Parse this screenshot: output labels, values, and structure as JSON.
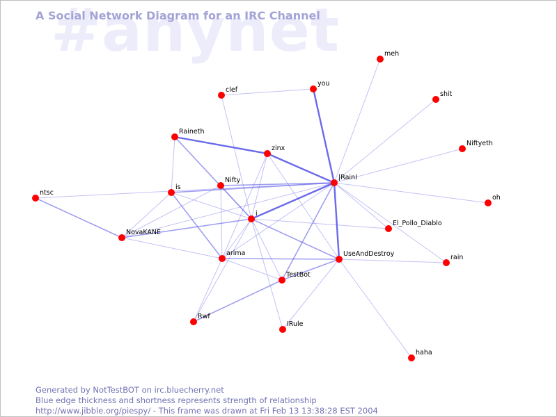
{
  "watermark": "#anynet",
  "title": "A Social Network Diagram for an IRC Channel",
  "footer": {
    "line1": "Generated by NotTestBOT on irc.bluecherry.net",
    "line2": "Blue edge thickness and shortness represents strength of relationship",
    "line3": "http://www.jibble.org/piespy/ - This frame was drawn at Fri Feb 13 13:38:28 EST 2004"
  },
  "colors": {
    "node": "#ff0000",
    "edge": "#5050e6",
    "title": "#a3a3d6",
    "watermark": "#ececfb",
    "footer": "#7272b4"
  },
  "graph": {
    "nodes": [
      {
        "id": "meh",
        "label": "meh"
      },
      {
        "id": "you",
        "label": "you"
      },
      {
        "id": "clef",
        "label": "clef"
      },
      {
        "id": "shit",
        "label": "shit"
      },
      {
        "id": "Raineth",
        "label": "Raineth"
      },
      {
        "id": "zinx",
        "label": "zinx"
      },
      {
        "id": "Niftyeth",
        "label": "Niftyeth"
      },
      {
        "id": "IRainI",
        "label": "|RainI"
      },
      {
        "id": "Nifty",
        "label": "Nifty"
      },
      {
        "id": "is",
        "label": "is"
      },
      {
        "id": "ntsc",
        "label": "ntsc"
      },
      {
        "id": "oh",
        "label": "oh"
      },
      {
        "id": "i",
        "label": "i"
      },
      {
        "id": "El_Pollo_Diablo",
        "label": "El_Pollo_Diablo"
      },
      {
        "id": "NovaKANE",
        "label": "NovaKANE"
      },
      {
        "id": "UseAndDestroy",
        "label": "UseAndDestroy"
      },
      {
        "id": "arima",
        "label": "arima"
      },
      {
        "id": "rain",
        "label": "rain"
      },
      {
        "id": "TestBot",
        "label": "TestBot"
      },
      {
        "id": "Rwf",
        "label": "Rwf"
      },
      {
        "id": "IRule",
        "label": "IRule"
      },
      {
        "id": "haha",
        "label": "haha"
      }
    ],
    "edges": [
      {
        "source": "IRainI",
        "target": "meh",
        "weight": 1
      },
      {
        "source": "IRainI",
        "target": "you",
        "weight": 3
      },
      {
        "source": "IRainI",
        "target": "shit",
        "weight": 1
      },
      {
        "source": "IRainI",
        "target": "Niftyeth",
        "weight": 1
      },
      {
        "source": "IRainI",
        "target": "oh",
        "weight": 1
      },
      {
        "source": "IRainI",
        "target": "zinx",
        "weight": 3
      },
      {
        "source": "IRainI",
        "target": "i",
        "weight": 3
      },
      {
        "source": "IRainI",
        "target": "UseAndDestroy",
        "weight": 3
      },
      {
        "source": "IRainI",
        "target": "El_Pollo_Diablo",
        "weight": 1
      },
      {
        "source": "IRainI",
        "target": "rain",
        "weight": 1
      },
      {
        "source": "IRainI",
        "target": "Nifty",
        "weight": 2
      },
      {
        "source": "IRainI",
        "target": "is",
        "weight": 2
      },
      {
        "source": "IRainI",
        "target": "ntsc",
        "weight": 1
      },
      {
        "source": "IRainI",
        "target": "TestBot",
        "weight": 2
      },
      {
        "source": "IRainI",
        "target": "arima",
        "weight": 1
      },
      {
        "source": "IRainI",
        "target": "NovaKANE",
        "weight": 1
      },
      {
        "source": "Raineth",
        "target": "zinx",
        "weight": 3
      },
      {
        "source": "Raineth",
        "target": "i",
        "weight": 2
      },
      {
        "source": "Raineth",
        "target": "is",
        "weight": 1
      },
      {
        "source": "clef",
        "target": "you",
        "weight": 1
      },
      {
        "source": "clef",
        "target": "i",
        "weight": 1
      },
      {
        "source": "zinx",
        "target": "i",
        "weight": 1
      },
      {
        "source": "zinx",
        "target": "UseAndDestroy",
        "weight": 1
      },
      {
        "source": "zinx",
        "target": "arima",
        "weight": 1
      },
      {
        "source": "Nifty",
        "target": "i",
        "weight": 1
      },
      {
        "source": "Nifty",
        "target": "arima",
        "weight": 1
      },
      {
        "source": "Nifty",
        "target": "NovaKANE",
        "weight": 1
      },
      {
        "source": "is",
        "target": "arima",
        "weight": 2
      },
      {
        "source": "is",
        "target": "NovaKANE",
        "weight": 1
      },
      {
        "source": "is",
        "target": "i",
        "weight": 1
      },
      {
        "source": "ntsc",
        "target": "NovaKANE",
        "weight": 2
      },
      {
        "source": "i",
        "target": "NovaKANE",
        "weight": 2
      },
      {
        "source": "i",
        "target": "UseAndDestroy",
        "weight": 2
      },
      {
        "source": "i",
        "target": "El_Pollo_Diablo",
        "weight": 1
      },
      {
        "source": "i",
        "target": "TestBot",
        "weight": 1
      },
      {
        "source": "i",
        "target": "IRule",
        "weight": 1
      },
      {
        "source": "i",
        "target": "Rwf",
        "weight": 1
      },
      {
        "source": "i",
        "target": "arima",
        "weight": 1
      },
      {
        "source": "NovaKANE",
        "target": "arima",
        "weight": 1
      },
      {
        "source": "UseAndDestroy",
        "target": "arima",
        "weight": 2
      },
      {
        "source": "UseAndDestroy",
        "target": "rain",
        "weight": 1
      },
      {
        "source": "UseAndDestroy",
        "target": "TestBot",
        "weight": 2
      },
      {
        "source": "UseAndDestroy",
        "target": "IRule",
        "weight": 1
      },
      {
        "source": "UseAndDestroy",
        "target": "haha",
        "weight": 1
      },
      {
        "source": "TestBot",
        "target": "Rwf",
        "weight": 2
      },
      {
        "source": "arima",
        "target": "TestBot",
        "weight": 1
      },
      {
        "source": "arima",
        "target": "Rwf",
        "weight": 1
      }
    ]
  }
}
